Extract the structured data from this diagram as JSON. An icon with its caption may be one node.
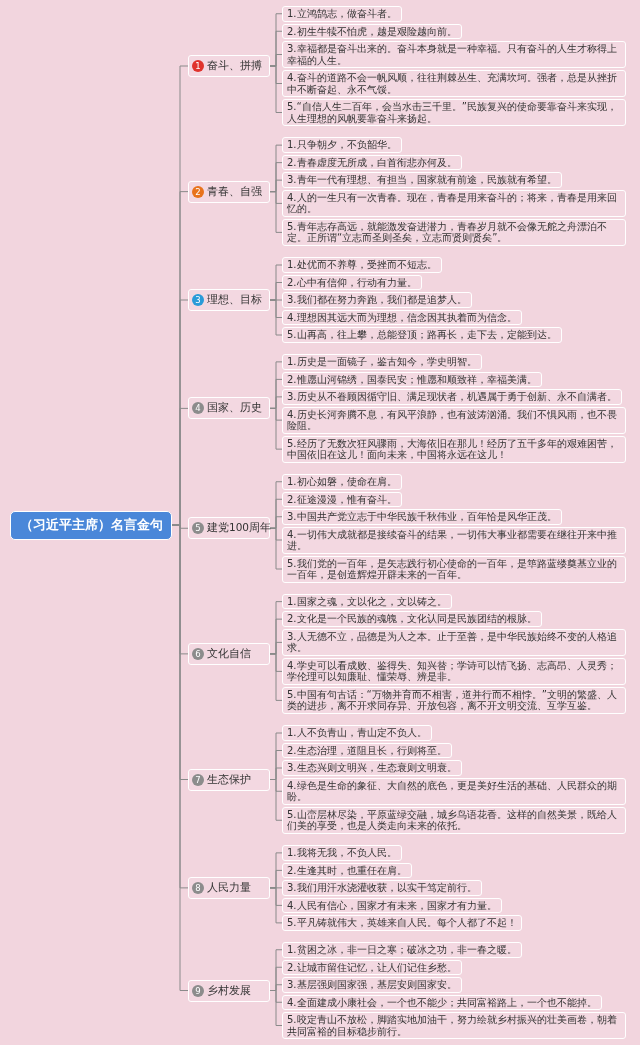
{
  "diagram": {
    "nodes": [
      {
        "text": [
          "（习近平主席）名言金句"
        ]
      },
      {
        "text": [
          "1",
          "奋斗、拼搏"
        ]
      },
      {
        "text": [
          "1.立鸿鹄志，做奋斗者。"
        ]
      },
      {
        "text": [
          "2.初生牛犊不怕虎，越是艰险越向前。"
        ]
      },
      {
        "text": [
          "3.幸福都是奋斗出来的。奋斗本身就是一种幸福。只有奋斗的人生才称得上幸福的人生。"
        ]
      },
      {
        "text": [
          "4.奋斗的道路不会一帆风顺，往往荆棘丛生、充满坎坷。强者，总是从挫折中不断奋起、永不气馁。"
        ]
      },
      {
        "text": [
          "5.“自信人生二百年，会当水击三千里。”民族复兴的使命要靠奋斗来实现，人生理想的风帆要靠奋斗来扬起。"
        ]
      },
      {
        "text": [
          "2",
          "青春、自强"
        ]
      },
      {
        "text": [
          "1.只争朝夕，不负韶华。"
        ]
      },
      {
        "text": [
          "2.青春虚度无所成，白首衔悲亦何及。"
        ]
      },
      {
        "text": [
          "3.青年一代有理想、有担当，国家就有前途，民族就有希望。"
        ]
      },
      {
        "text": [
          "4.人的一生只有一次青春。现在，青春是用来奋斗的；将来，青春是用来回忆的。"
        ]
      },
      {
        "text": [
          "5.青年志存高远，就能激发奋进潜力，青春岁月就不会像无舵之舟漂泊不定。正所谓“立志而圣则圣矣，立志而贤则贤矣”。"
        ]
      },
      {
        "text": [
          "3",
          "理想、目标"
        ]
      },
      {
        "text": [
          "1.处优而不养尊，受挫而不短志。"
        ]
      },
      {
        "text": [
          "2.心中有信仰，行动有力量。"
        ]
      },
      {
        "text": [
          "3.我们都在努力奔跑，我们都是追梦人。"
        ]
      },
      {
        "text": [
          "4.理想因其远大而为理想，信念因其执着而为信念。"
        ]
      },
      {
        "text": [
          "5.山再高，往上攀，总能登顶；路再长，走下去，定能到达。"
        ]
      },
      {
        "text": [
          "4",
          "国家、历史"
        ]
      },
      {
        "text": [
          "1.历史是一面镜子，鉴古知今，学史明智。"
        ]
      },
      {
        "text": [
          "2.惟愿山河锦绣，国泰民安；惟愿和顺致祥，幸福美满。"
        ]
      },
      {
        "text": [
          "3.历史从不眷顾因循守旧、满足现状者，机遇属于勇于创新、永不自满者。"
        ]
      },
      {
        "text": [
          "4.历史长河奔腾不息，有风平浪静，也有波涛汹涌。我们不惧风雨，也不畏险阻。"
        ]
      },
      {
        "text": [
          "5.经历了无数次狂风骤雨，大海依旧在那儿！经历了五千多年的艰难困苦，中国依旧在这儿！面向未来，中国将永远在这儿！"
        ]
      },
      {
        "text": [
          "5",
          "建党100周年"
        ]
      },
      {
        "text": [
          "1.初心如磐，使命在肩。"
        ]
      },
      {
        "text": [
          "2.征途漫漫，惟有奋斗。"
        ]
      },
      {
        "text": [
          "3.中国共产党立志于中华民族千秋伟业，百年恰是风华正茂。"
        ]
      },
      {
        "text": [
          "4.一切伟大成就都是接续奋斗的结果，一切伟大事业都需要在继往开来中推进。"
        ]
      },
      {
        "text": [
          "5.我们党的一百年，是矢志践行初心使命的一百年，是筚路蓝缕奠基立业的一百年，是创造辉煌开辟未来的一百年。"
        ]
      },
      {
        "text": [
          "6",
          "文化自信"
        ]
      },
      {
        "text": [
          "1.国家之魂，文以化之，文以铸之。"
        ]
      },
      {
        "text": [
          "2.文化是一个民族的魂魄，文化认同是民族团结的根脉。"
        ]
      },
      {
        "text": [
          "3.人无德不立，品德是为人之本。止于至善，是中华民族始终不变的人格追求。"
        ]
      },
      {
        "text": [
          "4.学史可以看成败、鉴得失、知兴替；学诗可以情飞扬、志高昂、人灵秀；学伦理可以知廉耻、懂荣辱、辨是非。"
        ]
      },
      {
        "text": [
          "5.中国有句古话：“万物并育而不相害，道并行而不相悖。”文明的繁盛、人类的进步，离不开求同存异、开放包容，离不开文明交流、互学互鉴。"
        ]
      },
      {
        "text": [
          "7",
          "生态保护"
        ]
      },
      {
        "text": [
          "1.人不负青山，青山定不负人。"
        ]
      },
      {
        "text": [
          "2.生态治理，道阻且长，行则将至。"
        ]
      },
      {
        "text": [
          "3.生态兴则文明兴，生态衰则文明衰。"
        ]
      },
      {
        "text": [
          "4.绿色是生命的象征、大自然的底色，更是美好生活的基础、人民群众的期盼。"
        ]
      },
      {
        "text": [
          "5.山峦层林尽染，平原蓝绿交融，城乡鸟语花香。这样的自然美景，既给人们美的享受，也是人类走向未来的依托。"
        ]
      },
      {
        "text": [
          "8",
          "人民力量"
        ]
      },
      {
        "text": [
          "1.我将无我，不负人民。"
        ]
      },
      {
        "text": [
          "2.生逢其时，也重任在肩。"
        ]
      },
      {
        "text": [
          "3.我们用汗水浇灌收获，以实干笃定前行。"
        ]
      },
      {
        "text": [
          "4.人民有信心，国家才有未来，国家才有力量。"
        ]
      },
      {
        "text": [
          "5.平凡铸就伟大，英雄来自人民。每个人都了不起！"
        ]
      },
      {
        "text": [
          "9",
          "乡村发展"
        ]
      },
      {
        "text": [
          "1.贫困之冰，非一日之寒；破冰之功，非一春之暖。"
        ]
      },
      {
        "text": [
          "2.让城市留住记忆，让人们记住乡愁。"
        ]
      },
      {
        "text": [
          "3.基层强则国家强，基层安则国家安。"
        ]
      },
      {
        "text": [
          "4.全面建成小康社会，一个也不能少；共同富裕路上，一个也不能掉。"
        ]
      },
      {
        "text": [
          "5.咬定青山不放松，脚踏实地加油干，努力绘就乡村振兴的壮美画卷，朝着共同富裕的目标稳步前行。"
        ]
      }
    ],
    "edges": [
      {
        "from": 0,
        "to": 1,
        "arrow": "none"
      },
      {
        "from": 0,
        "to": 7,
        "arrow": "none"
      },
      {
        "from": 0,
        "to": 13,
        "arrow": "none"
      },
      {
        "from": 0,
        "to": 19,
        "arrow": "none"
      },
      {
        "from": 0,
        "to": 25,
        "arrow": "none"
      },
      {
        "from": 0,
        "to": 31,
        "arrow": "none"
      },
      {
        "from": 0,
        "to": 37,
        "arrow": "none"
      },
      {
        "from": 0,
        "to": 43,
        "arrow": "none"
      },
      {
        "from": 0,
        "to": 49,
        "arrow": "none"
      },
      {
        "from": 1,
        "to": 2,
        "arrow": "none"
      },
      {
        "from": 1,
        "to": 3,
        "arrow": "none"
      },
      {
        "from": 1,
        "to": 4,
        "arrow": "none"
      },
      {
        "from": 1,
        "to": 5,
        "arrow": "none"
      },
      {
        "from": 1,
        "to": 6,
        "arrow": "none"
      },
      {
        "from": 7,
        "to": 8,
        "arrow": "none"
      },
      {
        "from": 7,
        "to": 9,
        "arrow": "none"
      },
      {
        "from": 7,
        "to": 10,
        "arrow": "none"
      },
      {
        "from": 7,
        "to": 11,
        "arrow": "none"
      },
      {
        "from": 7,
        "to": 12,
        "arrow": "none"
      },
      {
        "from": 13,
        "to": 14,
        "arrow": "none"
      },
      {
        "from": 13,
        "to": 15,
        "arrow": "none"
      },
      {
        "from": 13,
        "to": 16,
        "arrow": "none"
      },
      {
        "from": 13,
        "to": 17,
        "arrow": "none"
      },
      {
        "from": 13,
        "to": 18,
        "arrow": "none"
      },
      {
        "from": 19,
        "to": 20,
        "arrow": "none"
      },
      {
        "from": 19,
        "to": 21,
        "arrow": "none"
      },
      {
        "from": 19,
        "to": 22,
        "arrow": "none"
      },
      {
        "from": 19,
        "to": 23,
        "arrow": "none"
      },
      {
        "from": 19,
        "to": 24,
        "arrow": "none"
      },
      {
        "from": 25,
        "to": 26,
        "arrow": "none"
      },
      {
        "from": 25,
        "to": 27,
        "arrow": "none"
      },
      {
        "from": 25,
        "to": 28,
        "arrow": "none"
      },
      {
        "from": 25,
        "to": 29,
        "arrow": "none"
      },
      {
        "from": 25,
        "to": 30,
        "arrow": "none"
      },
      {
        "from": 31,
        "to": 32,
        "arrow": "none"
      },
      {
        "from": 31,
        "to": 33,
        "arrow": "none"
      },
      {
        "from": 31,
        "to": 34,
        "arrow": "none"
      },
      {
        "from": 31,
        "to": 35,
        "arrow": "none"
      },
      {
        "from": 31,
        "to": 36,
        "arrow": "none"
      },
      {
        "from": 37,
        "to": 38,
        "arrow": "none"
      },
      {
        "from": 37,
        "to": 39,
        "arrow": "none"
      },
      {
        "from": 37,
        "to": 40,
        "arrow": "none"
      },
      {
        "from": 37,
        "to": 41,
        "arrow": "none"
      },
      {
        "from": 37,
        "to": 42,
        "arrow": "none"
      },
      {
        "from": 43,
        "to": 44,
        "arrow": "none"
      },
      {
        "from": 43,
        "to": 45,
        "arrow": "none"
      },
      {
        "from": 43,
        "to": 46,
        "arrow": "none"
      },
      {
        "from": 43,
        "to": 47,
        "arrow": "none"
      },
      {
        "from": 43,
        "to": 48,
        "arrow": "none"
      },
      {
        "from": 49,
        "to": 50,
        "arrow": "none"
      },
      {
        "from": 49,
        "to": 51,
        "arrow": "none"
      },
      {
        "from": 49,
        "to": 52,
        "arrow": "none"
      },
      {
        "from": 49,
        "to": 53,
        "arrow": "none"
      },
      {
        "from": 49,
        "to": 54,
        "arrow": "none"
      }
    ]
  }
}
